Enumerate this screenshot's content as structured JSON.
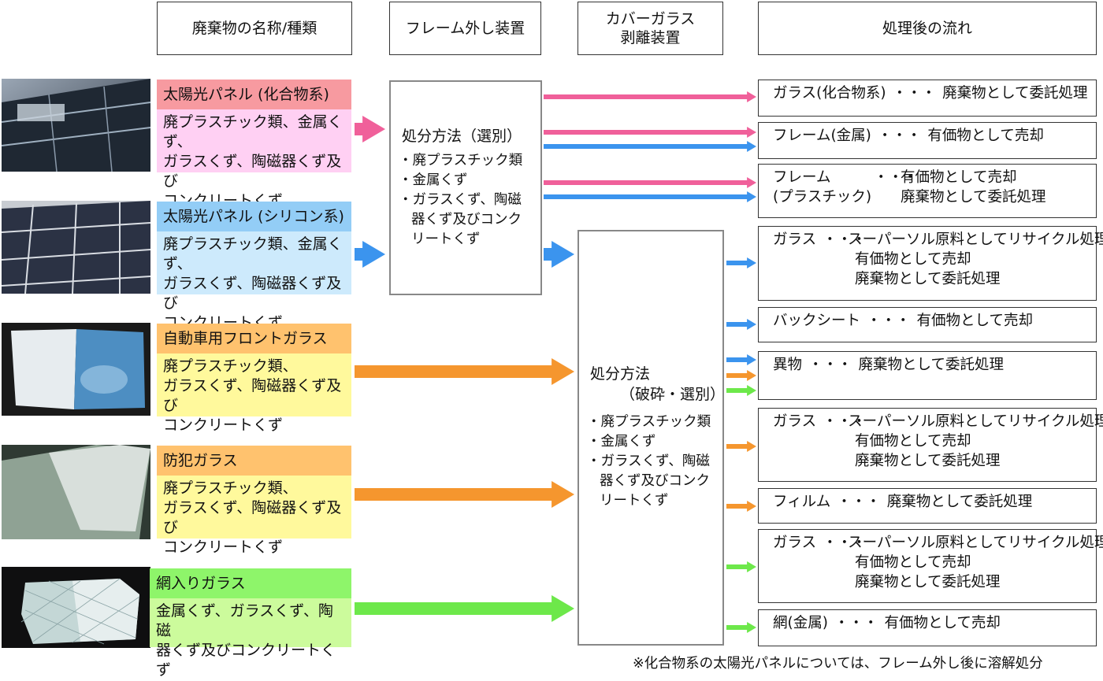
{
  "headers": {
    "waste": "廃棄物の名称/種類",
    "frame": "フレーム外し装置",
    "cover": "カバーガラス\n剥離装置",
    "flow": "処理後の流れ"
  },
  "wastes": [
    {
      "title": "太陽光パネル (化合物系)",
      "desc": "廃プラスチック類、金属くず、\nガラスくず、陶磁器くず及び\nコンクリートくず",
      "title_color": "#f79aa0",
      "desc_color": "#ffd0f3"
    },
    {
      "title": "太陽光パネル (シリコン系)",
      "desc": "廃プラスチック類、金属くず、\nガラスくず、陶磁器くず及び\nコンクリートくず",
      "title_color": "#93cdf6",
      "desc_color": "#cdeafc"
    },
    {
      "title": "自動車用フロントガラス",
      "desc": "廃プラスチック類、\nガラスくず、陶磁器くず及び\nコンクリートくず",
      "title_color": "#ffc26e",
      "desc_color": "#fff99c"
    },
    {
      "title": "防犯ガラス",
      "desc": "廃プラスチック類、\nガラスくず、陶磁器くず及び\nコンクリートくず",
      "title_color": "#ffc26e",
      "desc_color": "#fff99c"
    },
    {
      "title": "網入りガラス",
      "desc": "金属くず、ガラスくず、陶磁\n器くず及びコンクリートくず",
      "title_color": "#8ef56a",
      "desc_color": "#ccfb9c"
    }
  ],
  "process1": {
    "title": "処分方法（選別）",
    "items": [
      "・廃プラスチック類",
      "・金属くず",
      "・ガラスくず、陶磁器くず及びコンクリートくず"
    ]
  },
  "process2": {
    "title_line1": "処分方法",
    "title_line2": "（破砕・選別）",
    "items": [
      "・廃プラスチック類",
      "・金属くず",
      "・ガラスくず、陶磁器くず及びコンクリートくず"
    ]
  },
  "outputs": [
    {
      "rows": [
        {
          "k": "ガラス(化合物系)",
          "sep": "・・・",
          "v": "廃棄物として委託処理"
        }
      ]
    },
    {
      "rows": [
        {
          "k": "フレーム(金属)",
          "sep": "・・・",
          "v": "有価物として売却"
        }
      ]
    },
    {
      "rows": [
        {
          "k": "フレーム",
          "sep": "・・・",
          "v": "有価物として売却"
        },
        {
          "k": "(プラスチック)",
          "sep": "",
          "v": "廃棄物として委託処理"
        }
      ]
    },
    {
      "rows": [
        {
          "k": "ガラス",
          "sep": "・・・",
          "v": "スーパーソル原料としてリサイクル処理"
        },
        {
          "k": "",
          "sep": "",
          "v": "有価物として売却"
        },
        {
          "k": "",
          "sep": "",
          "v": "廃棄物として委託処理"
        }
      ]
    },
    {
      "rows": [
        {
          "k": "バックシート",
          "sep": "・・・",
          "v": "有価物として売却"
        }
      ]
    },
    {
      "rows": [
        {
          "k": "異物",
          "sep": "・・・",
          "v": "廃棄物として委託処理"
        }
      ]
    },
    {
      "rows": [
        {
          "k": "ガラス",
          "sep": "・・・",
          "v": "スーパーソル原料としてリサイクル処理"
        },
        {
          "k": "",
          "sep": "",
          "v": "有価物として売却"
        },
        {
          "k": "",
          "sep": "",
          "v": "廃棄物として委託処理"
        }
      ]
    },
    {
      "rows": [
        {
          "k": "フィルム",
          "sep": "・・・",
          "v": "廃棄物として委託処理"
        }
      ]
    },
    {
      "rows": [
        {
          "k": "ガラス",
          "sep": "・・・",
          "v": "スーパーソル原料としてリサイクル処理"
        },
        {
          "k": "",
          "sep": "",
          "v": "有価物として売却"
        },
        {
          "k": "",
          "sep": "",
          "v": "廃棄物として委託処理"
        }
      ]
    },
    {
      "rows": [
        {
          "k": "網(金属)",
          "sep": "・・・",
          "v": "有価物として売却"
        }
      ]
    }
  ],
  "footnote": "※化合物系の太陽光パネルについては、フレーム外し後に溶解処分",
  "arrow_colors": {
    "pink": "#f0609a",
    "blue": "#3b94ee",
    "orange": "#f5962e",
    "green": "#6de84a"
  },
  "photos": [
    "cigs-solar-panel-photo",
    "silicon-solar-panel-photo",
    "windshield-glass-photo",
    "security-glass-photo",
    "wired-glass-photo"
  ]
}
